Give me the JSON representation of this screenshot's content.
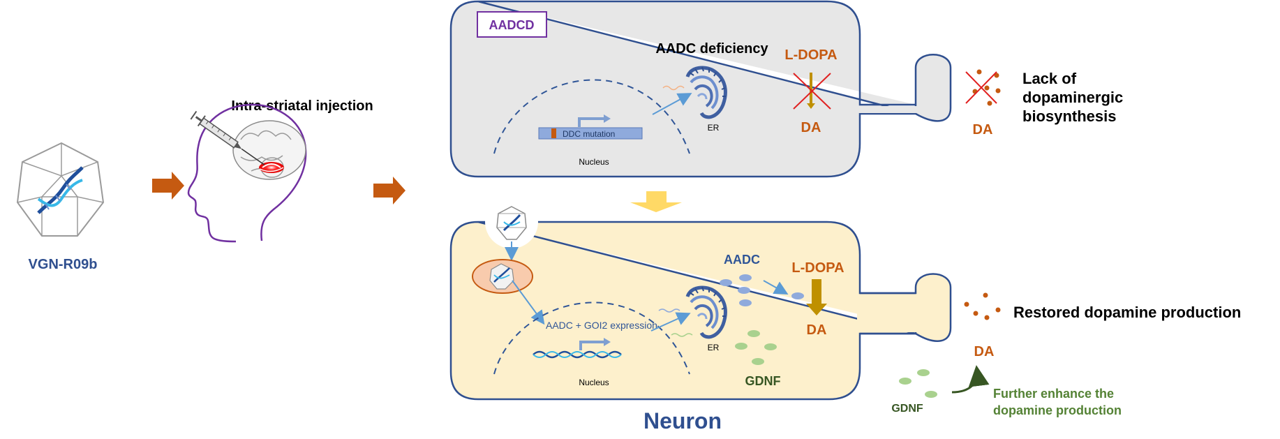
{
  "vector": {
    "name": "VGN-R09b"
  },
  "injection": {
    "label": "Intra-striatal injection"
  },
  "disease_cell": {
    "tag": "AADCD",
    "title": "AADC deficiency",
    "mutation_label": "DDC mutation",
    "nucleus_label": "Nucleus",
    "er_label": "ER",
    "ldopa_label": "L-DOPA",
    "da_label": "DA",
    "synapse_da_label": "DA",
    "outcome_line1": "Lack of",
    "outcome_line2": "dopaminergic",
    "outcome_line3": "biosynthesis"
  },
  "treated_cell": {
    "expression_label": "AADC + GOI2 expression",
    "nucleus_label": "Nucleus",
    "er_label": "ER",
    "aadc_label": "AADC",
    "ldopa_label": "L-DOPA",
    "da_label": "DA",
    "gdnf_label": "GDNF",
    "synapse_da_label": "DA",
    "outcome": "Restored dopamine production",
    "extra_gdnf_label": "GDNF",
    "enhance_line1": "Further enhance the",
    "enhance_line2": "dopamine production"
  },
  "cell_type_label": "Neuron",
  "colors": {
    "navy": "#2f4f8f",
    "orange": "#c55a11",
    "green": "#548235",
    "dark_green": "#375623",
    "purple": "#7030a0",
    "red": "#e02020",
    "gray_cell": "#e7e7e7",
    "yellow_cell": "#fdf0cc",
    "blue_arrow": "#5b9bd5"
  }
}
